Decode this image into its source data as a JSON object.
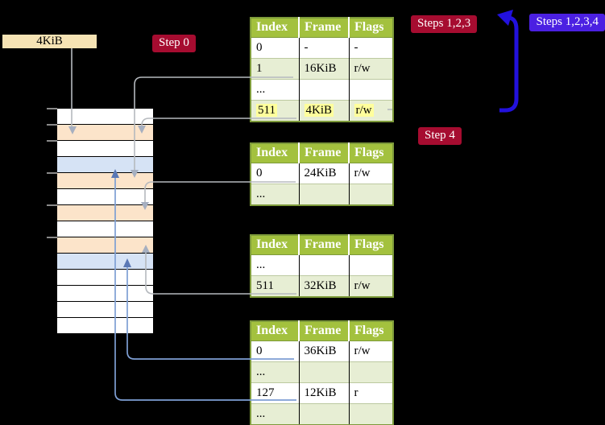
{
  "labels": {
    "frame_size": "4KiB"
  },
  "badges": {
    "step0": "Step 0",
    "steps123": "Steps 1,2,3",
    "steps1234": "Steps 1,2,3,4",
    "step4": "Step 4"
  },
  "colors": {
    "badge_red": "#a60c30",
    "badge_blue": "#4b20e2",
    "arrow_blue": "#2211dd",
    "label_wheat": "#f6e3b4",
    "table_header_green": "#a3c13e",
    "table_row_green": "#e7eed4",
    "table_border": "#7d9a3a",
    "highlight_yellow": "#ffff9c",
    "frame_orange": "#fce4ca",
    "frame_blue": "#d6e3f5",
    "connector_gray": "#b5b9be",
    "connector_gray_head": "#a6afc0",
    "connector_blue": "#7e9fd4",
    "connector_blue_head": "#5a78b5"
  },
  "memory_column": {
    "rows": [
      {
        "kind": "free"
      },
      {
        "kind": "page-table-frame"
      },
      {
        "kind": "free"
      },
      {
        "kind": "mapped-frame"
      },
      {
        "kind": "page-table-frame"
      },
      {
        "kind": "free"
      },
      {
        "kind": "page-table-frame"
      },
      {
        "kind": "free"
      },
      {
        "kind": "page-table-frame"
      },
      {
        "kind": "mapped-frame"
      },
      {
        "kind": "free"
      },
      {
        "kind": "free"
      },
      {
        "kind": "free"
      },
      {
        "kind": "free"
      }
    ]
  },
  "tables": [
    {
      "name": "page-table-level-4",
      "headers": [
        "Index",
        "Frame",
        "Flags"
      ],
      "rows": [
        {
          "index": "0",
          "frame": "-",
          "flags": "-",
          "shaded": false,
          "highlighted": false
        },
        {
          "index": "1",
          "frame": "16KiB",
          "flags": "r/w",
          "shaded": true,
          "highlighted": false
        },
        {
          "index": "...",
          "frame": "",
          "flags": "",
          "shaded": false,
          "highlighted": false
        },
        {
          "index": "511",
          "frame": "4KiB",
          "flags": "r/w",
          "shaded": true,
          "highlighted": true
        }
      ]
    },
    {
      "name": "page-table-level-3",
      "headers": [
        "Index",
        "Frame",
        "Flags"
      ],
      "rows": [
        {
          "index": "0",
          "frame": "24KiB",
          "flags": "r/w",
          "shaded": false,
          "highlighted": false
        },
        {
          "index": "...",
          "frame": "",
          "flags": "",
          "shaded": true,
          "highlighted": false
        }
      ]
    },
    {
      "name": "page-table-level-2",
      "headers": [
        "Index",
        "Frame",
        "Flags"
      ],
      "rows": [
        {
          "index": "...",
          "frame": "",
          "flags": "",
          "shaded": false,
          "highlighted": false
        },
        {
          "index": "511",
          "frame": "32KiB",
          "flags": "r/w",
          "shaded": true,
          "highlighted": false
        }
      ]
    },
    {
      "name": "page-table-level-1",
      "headers": [
        "Index",
        "Frame",
        "Flags"
      ],
      "rows": [
        {
          "index": "0",
          "frame": "36KiB",
          "flags": "r/w",
          "shaded": false,
          "highlighted": false
        },
        {
          "index": "...",
          "frame": "",
          "flags": "",
          "shaded": true,
          "highlighted": false
        },
        {
          "index": "127",
          "frame": "12KiB",
          "flags": "r",
          "shaded": false,
          "highlighted": false
        },
        {
          "index": "...",
          "frame": "",
          "flags": "",
          "shaded": true,
          "highlighted": false
        }
      ]
    }
  ]
}
